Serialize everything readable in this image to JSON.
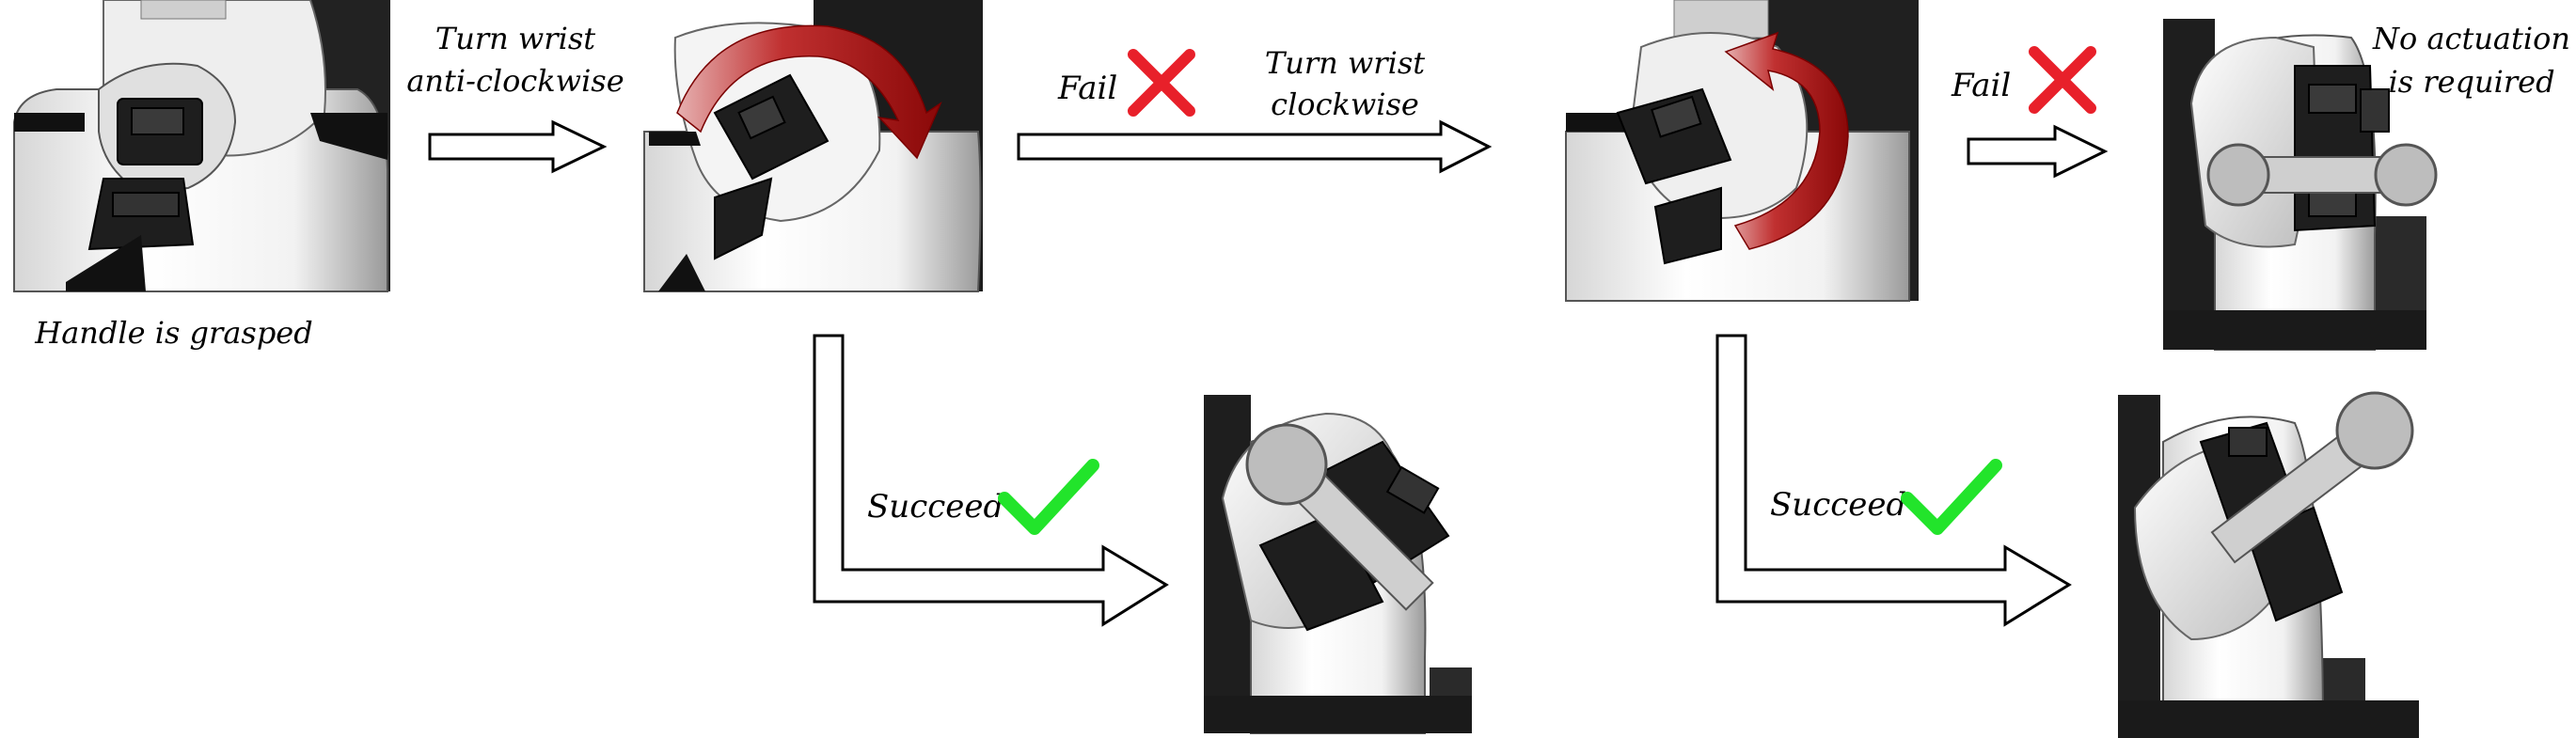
{
  "labels": {
    "handle_grasped": "Handle is grasped",
    "turn_acw_line1": "Turn wrist",
    "turn_acw_line2": "anti-clockwise",
    "fail_1": "Fail",
    "turn_cw_line1": "Turn wrist",
    "turn_cw_line2": "clockwise",
    "fail_2": "Fail",
    "no_actuation_line1": "No actuation",
    "no_actuation_line2": "is required",
    "succeed_1": "Succeed",
    "succeed_2": "Succeed"
  },
  "colors": {
    "fail_mark": "#e8202a",
    "success_mark": "#22e42b",
    "rotation_arrow": "#a01010",
    "handle": "#bdbdbd"
  },
  "icons": [
    "cross-icon",
    "check-icon",
    "curved-rotation-arrow-icon"
  ]
}
